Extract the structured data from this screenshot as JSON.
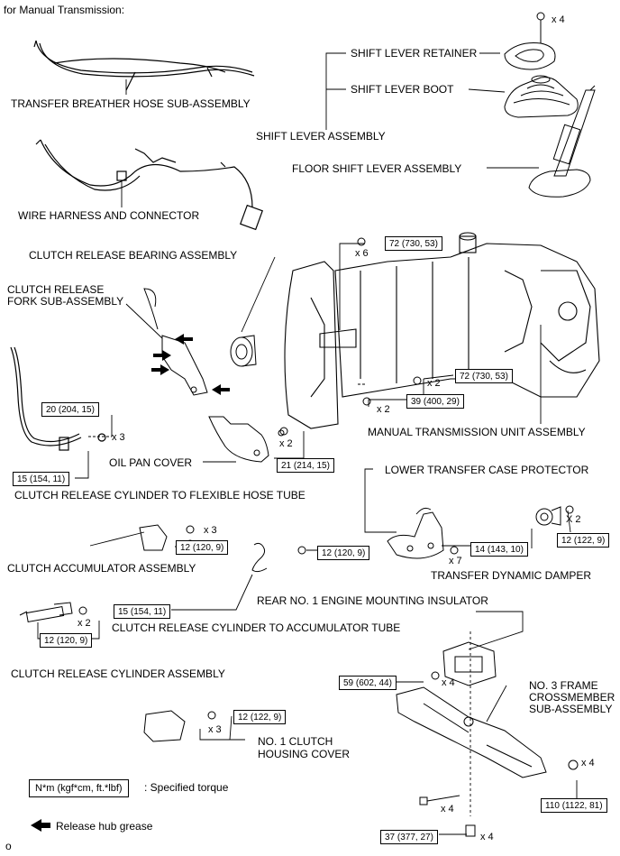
{
  "header": {
    "title": "for Manual Transmission:"
  },
  "labels": {
    "shift_lever_retainer": "SHIFT LEVER RETAINER",
    "shift_lever_boot": "SHIFT LEVER BOOT",
    "shift_lever_assembly": "SHIFT LEVER ASSEMBLY",
    "floor_shift_lever": "FLOOR SHIFT LEVER ASSEMBLY",
    "breather_hose": "TRANSFER BREATHER HOSE SUB-ASSEMBLY",
    "wire_harness": "WIRE HARNESS AND CONNECTOR",
    "release_bearing": "CLUTCH RELEASE BEARING ASSEMBLY",
    "release_fork_1": "CLUTCH RELEASE",
    "release_fork_2": "FORK SUB-ASSEMBLY",
    "manual_transmission": "MANUAL TRANSMISSION UNIT ASSEMBLY",
    "oil_pan_cover": "OIL PAN COVER",
    "cyl_to_hose_tube": "CLUTCH RELEASE CYLINDER TO FLEXIBLE HOSE TUBE",
    "lower_transfer_protector": "LOWER TRANSFER CASE PROTECTOR",
    "accumulator": "CLUTCH ACCUMULATOR ASSEMBLY",
    "dynamic_damper": "TRANSFER DYNAMIC DAMPER",
    "rear_insulator": "REAR NO. 1 ENGINE MOUNTING INSULATOR",
    "cyl_to_acc_tube": "CLUTCH RELEASE CYLINDER TO ACCUMULATOR TUBE",
    "release_cylinder": "CLUTCH RELEASE CYLINDER ASSEMBLY",
    "crossmember_1": "NO. 3 FRAME",
    "crossmember_2": "CROSSMEMBER",
    "crossmember_3": "SUB-ASSEMBLY",
    "housing_cover_1": "NO. 1 CLUTCH",
    "housing_cover_2": "HOUSING COVER"
  },
  "torques": {
    "t72a": "72 (730, 53)",
    "t72b": "72 (730, 53)",
    "t39": "39 (400, 29)",
    "t20": "20 (204, 15)",
    "t15a": "15 (154, 11)",
    "t21": "21 (214, 15)",
    "t12a": "12 (120, 9)",
    "t12b": "12 (120, 9)",
    "t14": "14 (143, 10)",
    "t12c": "12 (122, 9)",
    "t15b": "15 (154, 11)",
    "t12d": "12 (120, 9)",
    "t59": "59 (602, 44)",
    "t12e": "12 (122, 9)",
    "t110": "110 (1122, 81)",
    "t37": "37 (377, 27)"
  },
  "quantities": {
    "q_retainer": "x 4",
    "q_trans_top": "x 6",
    "q_72b": "x 2",
    "q_39": "x 2",
    "q_20": "x 3",
    "q_21": "x 2",
    "q_acc": "x 3",
    "q_tube": "x 7",
    "q_damper": "X 2",
    "q_cyl": "x 2",
    "q_59": "x 4",
    "q_cover": "x 3",
    "q_110": "x 4",
    "q_bolt": "x 4",
    "q_37": "x 4"
  },
  "legend": {
    "torque_box": "N*m (kgf*cm, ft.*lbf)",
    "torque_desc": ": Specified torque",
    "grease_desc": "Release hub grease"
  },
  "footer": {
    "code": "o"
  }
}
